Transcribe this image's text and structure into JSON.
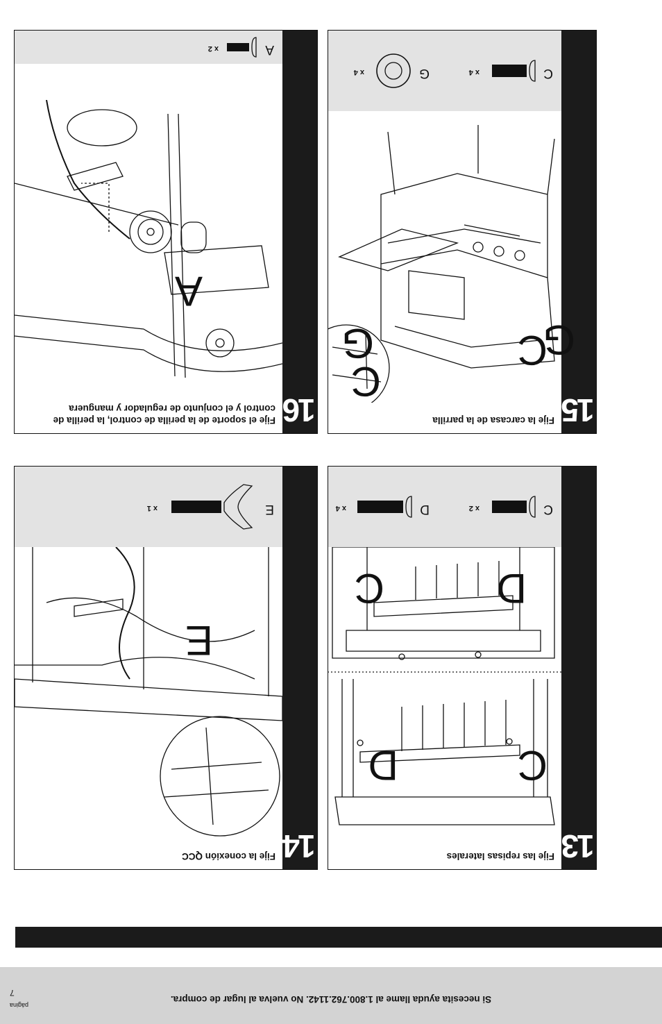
{
  "footer": {
    "help_text": "Si necesita ayuda llame al 1.800.762.1142. No vuelva al lugar de compra.",
    "page_label": "página",
    "page_number": "7"
  },
  "steps": [
    {
      "number": "13",
      "title": "Fije las repisas laterales",
      "hardware": [
        {
          "letter": "C",
          "qty": "x 2"
        },
        {
          "letter": "D",
          "qty": "x 4"
        }
      ],
      "callouts": [
        "C",
        "D",
        "D",
        "C"
      ]
    },
    {
      "number": "14",
      "title": "Fije la conexión QCC",
      "hardware": [
        {
          "letter": "E",
          "qty": "x 1"
        }
      ],
      "callouts": [
        "E"
      ]
    },
    {
      "number": "15",
      "title": "Fije la carcasa de la parrilla",
      "hardware": [
        {
          "letter": "C",
          "qty": "x 4"
        },
        {
          "letter": "G",
          "qty": "x 4"
        }
      ],
      "callouts": [
        "C",
        "G",
        "C",
        "G"
      ]
    },
    {
      "number": "16",
      "title": "Fije el soporte de la perilla de control, la perilla de control y el conjunto de regulador y manguera",
      "hardware": [
        {
          "letter": "A",
          "qty": "x 2"
        }
      ],
      "callouts": [
        "A"
      ]
    }
  ]
}
